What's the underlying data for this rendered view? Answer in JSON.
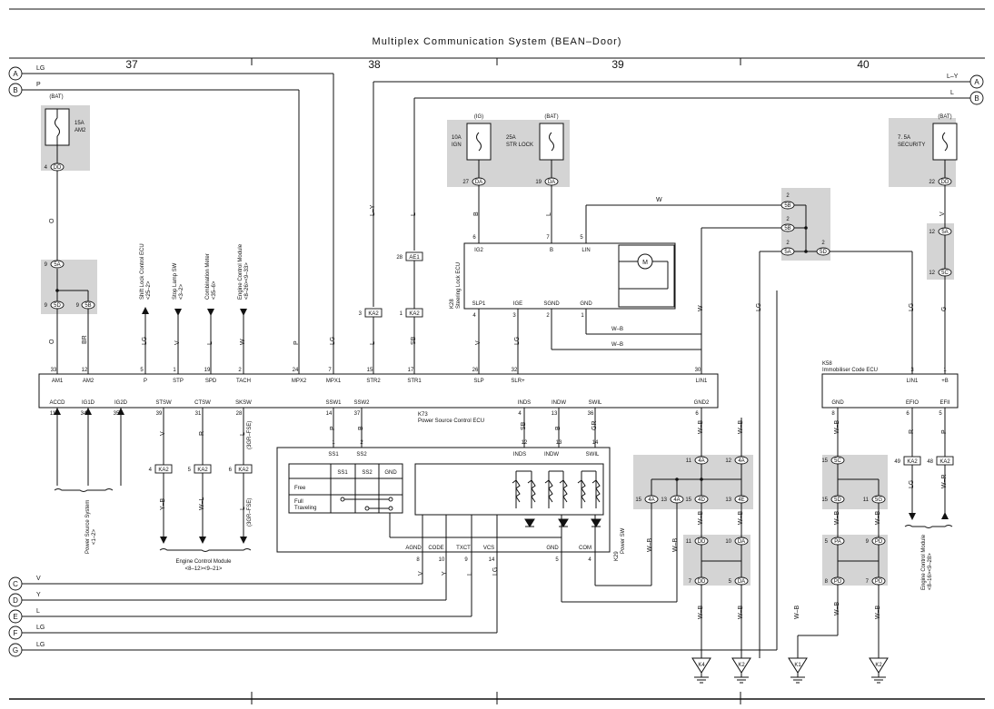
{
  "title": "Multiplex Communication System (BEAN–Door)",
  "page_numbers": [
    "37",
    "38",
    "39",
    "40"
  ],
  "off_page_left_top": [
    {
      "id": "A",
      "color": "LG"
    },
    {
      "id": "B",
      "color": "P"
    }
  ],
  "off_page_right_top": [
    {
      "id": "A",
      "color": "L–Y"
    },
    {
      "id": "B",
      "color": "L"
    }
  ],
  "off_page_left_bottom": [
    {
      "id": "C",
      "color": "V"
    },
    {
      "id": "D",
      "color": "Y"
    },
    {
      "id": "E",
      "color": "L"
    },
    {
      "id": "F",
      "color": "LG"
    },
    {
      "id": "G",
      "color": "LG"
    }
  ],
  "fuses": {
    "am2": {
      "source": "(BAT)",
      "rating": "15A",
      "name": "AM2",
      "conn": "DD",
      "pin": "4"
    },
    "ign": {
      "source": "(IG)",
      "rating": "10A",
      "name": "IGN",
      "conn": "DA",
      "pin": "27"
    },
    "str": {
      "source": "(BAT)",
      "rating": "25A",
      "name": "STR LOCK",
      "conn": "DA",
      "pin": "19"
    },
    "sec": {
      "source": "(BAT)",
      "rating": "7. 5A",
      "name": "SECURITY",
      "conn": "DD",
      "pin": "22"
    }
  },
  "wire_labels": {
    "am2_o": "O",
    "j5a_o": "O",
    "br": "BR",
    "lg_p5": "LG",
    "v_p1": "V",
    "l_p19": "L",
    "w_p2": "W",
    "p_p24": "P",
    "lg_p7": "LG",
    "ly": "L–Y",
    "l_ae1": "L",
    "l_str2": "L",
    "sb_str1": "SB",
    "b_ig": "B",
    "l_bat": "L",
    "w_lin": "W",
    "v_slp": "V",
    "lg_slr": "LG",
    "wb1": "W–B",
    "wb2": "W–B",
    "w_lin1": "W",
    "lg_mid": "LG",
    "lg_k58": "LG",
    "v_sec": "V",
    "g_sec": "G"
  },
  "left_labels": [
    {
      "text": "Shift Lock Control ECU",
      "ref": "<25–2>"
    },
    {
      "text": "Stop Lamp SW",
      "ref": "<3–2>"
    },
    {
      "text": "Combination Meter",
      "ref": "<35–6>"
    },
    {
      "text": "Engine Control Module",
      "ref": "<8–26><9–33>"
    }
  ],
  "j_connectors": {
    "j5a": "5A",
    "j5d": "5D",
    "j5b": "5B",
    "ka2_3": "KA2",
    "ae1": "AE1",
    "ka2_1": "KA2",
    "ka2_4": "KA2",
    "ka2_5": "KA2",
    "ka2_6": "KA2",
    "sb": "5B",
    "sa": "5A",
    "sd": "5D",
    "j5a_sec": "5A",
    "j5c_sec": "5C",
    "ka2_49": "KA2",
    "ka2_48": "KA2"
  },
  "k73": {
    "name": "K73",
    "title": "Power Source Control ECU",
    "top_pins": [
      {
        "num": "33",
        "name": "AM1"
      },
      {
        "num": "12",
        "name": "AM2"
      },
      {
        "num": "5",
        "name": "P"
      },
      {
        "num": "1",
        "name": "STP"
      },
      {
        "num": "19",
        "name": "SPD"
      },
      {
        "num": "2",
        "name": "TACH"
      },
      {
        "num": "24",
        "name": "MPX2"
      },
      {
        "num": "7",
        "name": "MPX1"
      },
      {
        "num": "15",
        "name": "STR2"
      },
      {
        "num": "17",
        "name": "STR1"
      },
      {
        "num": "26",
        "name": "SLP"
      },
      {
        "num": "32",
        "name": "SLR+"
      },
      {
        "num": "30",
        "name": "LIN1"
      }
    ],
    "bottom_pins": [
      {
        "num": "11",
        "name": "ACCD"
      },
      {
        "num": "34",
        "name": "IG1D"
      },
      {
        "num": "35",
        "name": "IG2D"
      },
      {
        "num": "39",
        "name": "STSW"
      },
      {
        "num": "31",
        "name": "CTSW"
      },
      {
        "num": "28",
        "name": "SKSW"
      },
      {
        "num": "14",
        "name": "SSW1"
      },
      {
        "num": "37",
        "name": "SSW2"
      },
      {
        "num": "4",
        "name": "INDS"
      },
      {
        "num": "13",
        "name": "INDW"
      },
      {
        "num": "36",
        "name": "SWIL"
      },
      {
        "num": "6",
        "name": "GND2"
      }
    ]
  },
  "k28": {
    "name": "K28",
    "title": "Steering Lock ECU",
    "top_pins": [
      {
        "num": "6",
        "name": "IG2"
      },
      {
        "num": "7",
        "name": "B"
      },
      {
        "num": "5",
        "name": "LIN"
      }
    ],
    "bottom_pins": [
      {
        "num": "4",
        "name": "SLP1"
      },
      {
        "num": "3",
        "name": "IGE"
      },
      {
        "num": "2",
        "name": "SGND"
      },
      {
        "num": "1",
        "name": "GND"
      }
    ],
    "motor": "M"
  },
  "k58": {
    "name": "K58",
    "title": "Immobiliser Code ECU",
    "top_pins": [
      {
        "num": "3",
        "name": "LIN1"
      },
      {
        "num": "1",
        "name": "+B"
      }
    ],
    "bottom_pins": [
      {
        "num": "8",
        "name": "GND"
      },
      {
        "num": "6",
        "name": "EFIO"
      },
      {
        "num": "5",
        "name": "EFII"
      }
    ]
  },
  "k29": {
    "name": "K29",
    "title": "Power SW",
    "table": {
      "headers": [
        "",
        "SS1",
        "SS2",
        "GND"
      ],
      "rows": [
        "Free",
        "Full Traveling"
      ]
    },
    "top_pins": [
      {
        "num": "1",
        "name": "SS1"
      },
      {
        "num": "2",
        "name": "SS2"
      },
      {
        "num": "12",
        "name": "INDS"
      },
      {
        "num": "13",
        "name": "INDW"
      },
      {
        "num": "14",
        "name": "SWIL"
      }
    ],
    "bottom_pins": [
      {
        "num": "8",
        "name": "AGND"
      },
      {
        "num": "10",
        "name": "CODE"
      },
      {
        "num": "9",
        "name": "TXCT"
      },
      {
        "num": "14",
        "name": "VCS"
      },
      {
        "num": "5",
        "name": "GND"
      },
      {
        "num": "4",
        "name": "COM"
      }
    ],
    "wire_colors": [
      "P",
      "B",
      "SB",
      "B",
      "GR"
    ],
    "bottom_colors": [
      "V",
      "Y",
      "L",
      "LG"
    ]
  },
  "ka2_bottom": [
    {
      "pin": "4",
      "color": "V",
      "out": "Y–B"
    },
    {
      "pin": "5",
      "color": "R",
      "out": "W–L"
    },
    {
      "pin": "6",
      "color": "L",
      "out": "L"
    }
  ],
  "ka2_bottom_note": "(3GR–FSE)",
  "power_source_label": "Power Source System",
  "power_source_ref": "<1–2>",
  "ecm_bottom": "Engine Control Module",
  "ecm_bottom_ref": "<8–12><9–21>",
  "ecm_right": "Engine Control Module",
  "ecm_right_ref": "<8–16><9–28>",
  "k58_wire_labels": [
    "W–B",
    "LG",
    "W–R"
  ],
  "ground_splices": [
    {
      "conns": [
        "11 4A",
        "12 4A"
      ],
      "mid": [
        "15 4A",
        "13 4A",
        "15 4D",
        "13 4E"
      ]
    },
    {
      "conns": [
        "11 DD",
        "10 DA"
      ],
      "mid": [
        "7 DD",
        "5 DA"
      ]
    }
  ],
  "grounds": [
    "K4",
    "K2",
    "K1",
    "K2"
  ],
  "ground_wire": "W–B",
  "pin_misc": {
    "ign_pin": "6",
    "b_pin": "7",
    "lin_pin": "5",
    "slp1": "4",
    "ige": "3",
    "sgnd": "2",
    "gnd": "1",
    "k58_lin1": "3",
    "k58_b": "1",
    "k58_gnd": "8",
    "k58_efio": "6",
    "k58_efii": "5",
    "ka2_49": "49",
    "ka2_48": "48",
    "ae1": "28",
    "ka2_3": "3",
    "ka2_1": "1",
    "sa_p": "2",
    "sb_p": "2",
    "sd_p": "2"
  }
}
